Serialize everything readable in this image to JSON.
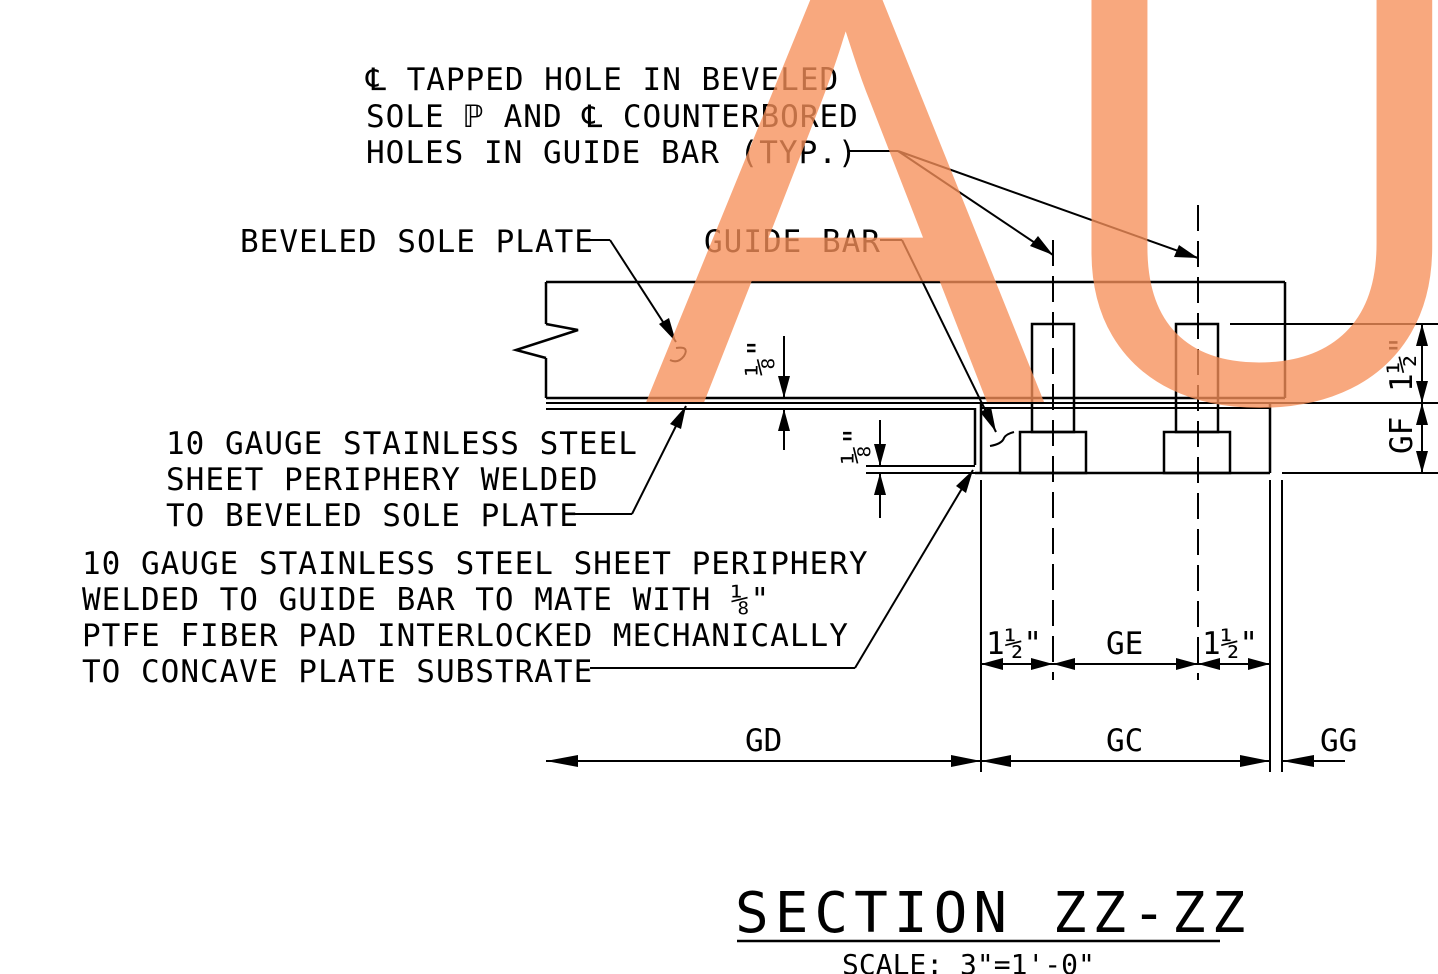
{
  "watermark": "AU",
  "notes": {
    "tapped_hole": [
      "℄ TAPPED HOLE IN BEVELED",
      "SOLE ℙ AND ℄ COUNTERBORED",
      "HOLES IN GUIDE BAR (TYP.)"
    ],
    "beveled_sole_plate": "BEVELED SOLE PLATE",
    "guide_bar": "GUIDE BAR",
    "ss_sheet_sole": [
      "10 GAUGE STAINLESS STEEL",
      "SHEET PERIPHERY WELDED",
      "TO BEVELED SOLE PLATE"
    ],
    "ss_sheet_guide": [
      "10 GAUGE STAINLESS STEEL SHEET PERIPHERY",
      "WELDED TO GUIDE BAR TO MATE WITH ⅛\"",
      "PTFE FIBER PAD INTERLOCKED MECHANICALLY",
      "TO CONCAVE PLATE SUBSTRATE"
    ]
  },
  "dimensions": {
    "eighth_upper": "⅛\"",
    "eighth_lower": "⅛\"",
    "one_half_vertical": "1½\"",
    "gf": "GF",
    "one_half_left": "1½\"",
    "ge": "GE",
    "one_half_right": "1½\"",
    "gd": "GD",
    "gc": "GC",
    "gg": "GG"
  },
  "title": "SECTION ZZ-ZZ",
  "scale": "SCALE: 3\"=1'-0\""
}
